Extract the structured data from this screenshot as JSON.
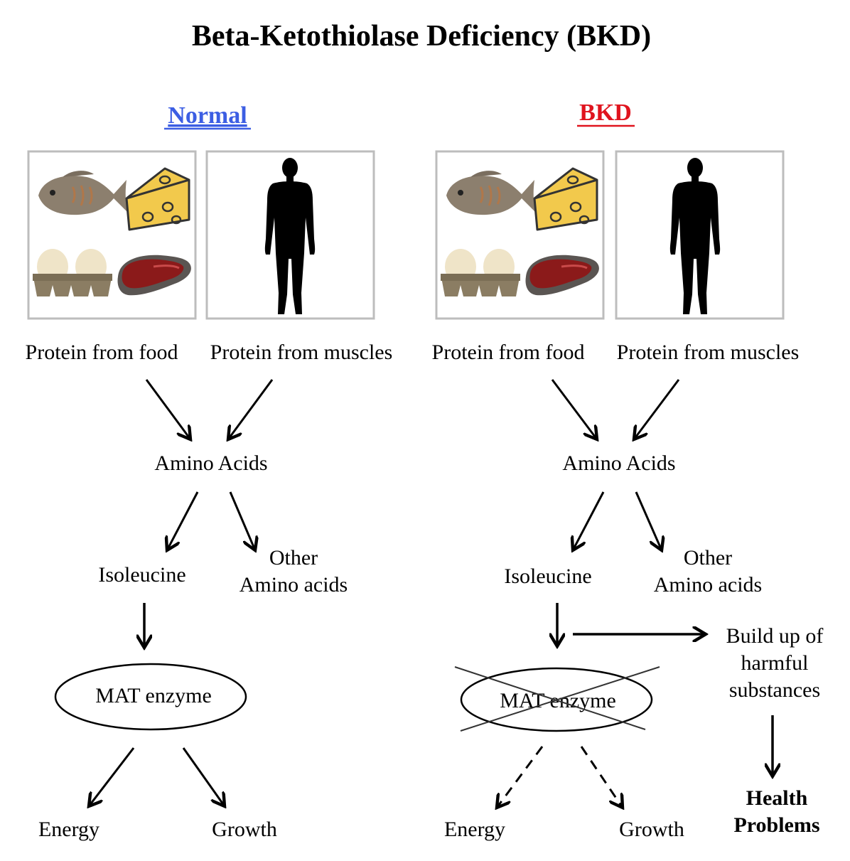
{
  "title": "Beta-Ketothiolase Deficiency (BKD)",
  "normal": {
    "heading": "Normal",
    "protein_food": "Protein from food",
    "protein_muscles": "Protein from muscles",
    "amino_acids": "Amino Acids",
    "isoleucine": "Isoleucine",
    "other_line1": "Other",
    "other_line2": "Amino acids",
    "enzyme": "MAT enzyme",
    "energy": "Energy",
    "growth": "Growth"
  },
  "bkd": {
    "heading": "BKD",
    "protein_food": "Protein from food",
    "protein_muscles": "Protein from muscles",
    "amino_acids": "Amino Acids",
    "isoleucine": "Isoleucine",
    "other_line1": "Other",
    "other_line2": "Amino acids",
    "enzyme": "MAT enzyme",
    "buildup_line1": "Build up of",
    "buildup_line2": "harmful",
    "buildup_line3": "substances",
    "health_line1": "Health",
    "health_line2": "Problems",
    "energy": "Energy",
    "growth": "Growth"
  },
  "icons": [
    "fish-icon",
    "cheese-icon",
    "eggs-icon",
    "steak-icon",
    "human-silhouette-icon"
  ],
  "colors": {
    "normal_heading": "#3c5ee3",
    "bkd_heading": "#e0141e",
    "fish": "#8c7f6e",
    "cheese": "#f2c94c",
    "steak": "#8b1a1a",
    "eggs": "#efe4c8",
    "egg_carton": "#8b7d63"
  }
}
